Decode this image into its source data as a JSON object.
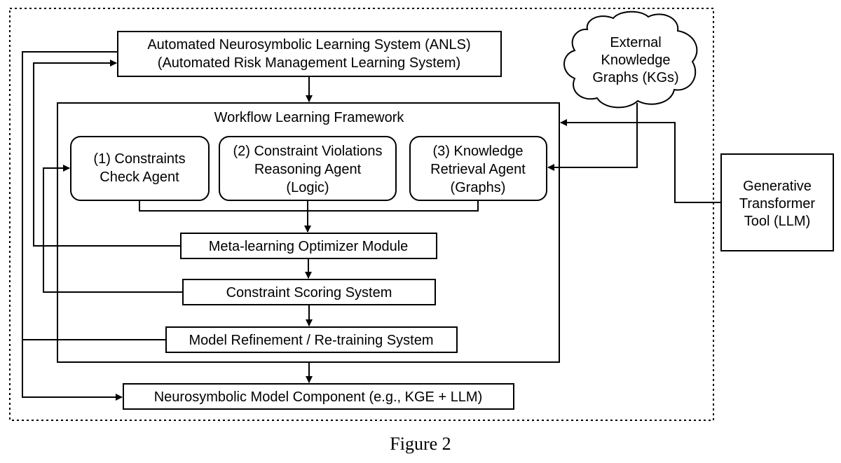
{
  "anls": {
    "line1": "Automated Neurosymbolic Learning System (ANLS)",
    "line2": "(Automated Risk Management Learning System)"
  },
  "kg_cloud": {
    "line1": "External",
    "line2": "Knowledge",
    "line3": "Graphs (KGs)"
  },
  "framework": {
    "title": "Workflow Learning Framework"
  },
  "agents": [
    {
      "line1": "(1) Constraints",
      "line2": "Check Agent",
      "line3": ""
    },
    {
      "line1": "(2) Constraint Violations",
      "line2": "Reasoning Agent",
      "line3": "(Logic)"
    },
    {
      "line1": "(3) Knowledge",
      "line2": "Retrieval Agent",
      "line3": "(Graphs)"
    }
  ],
  "modules": {
    "meta": "Meta-learning Optimizer Module",
    "scoring": "Constraint Scoring System",
    "refinement": "Model Refinement / Re-training System"
  },
  "neuro": {
    "label": "Neurosymbolic Model Component (e.g., KGE + LLM)"
  },
  "llm": {
    "line1": "Generative",
    "line2": "Transformer",
    "line3": "Tool (LLM)"
  },
  "caption": "Figure 2"
}
